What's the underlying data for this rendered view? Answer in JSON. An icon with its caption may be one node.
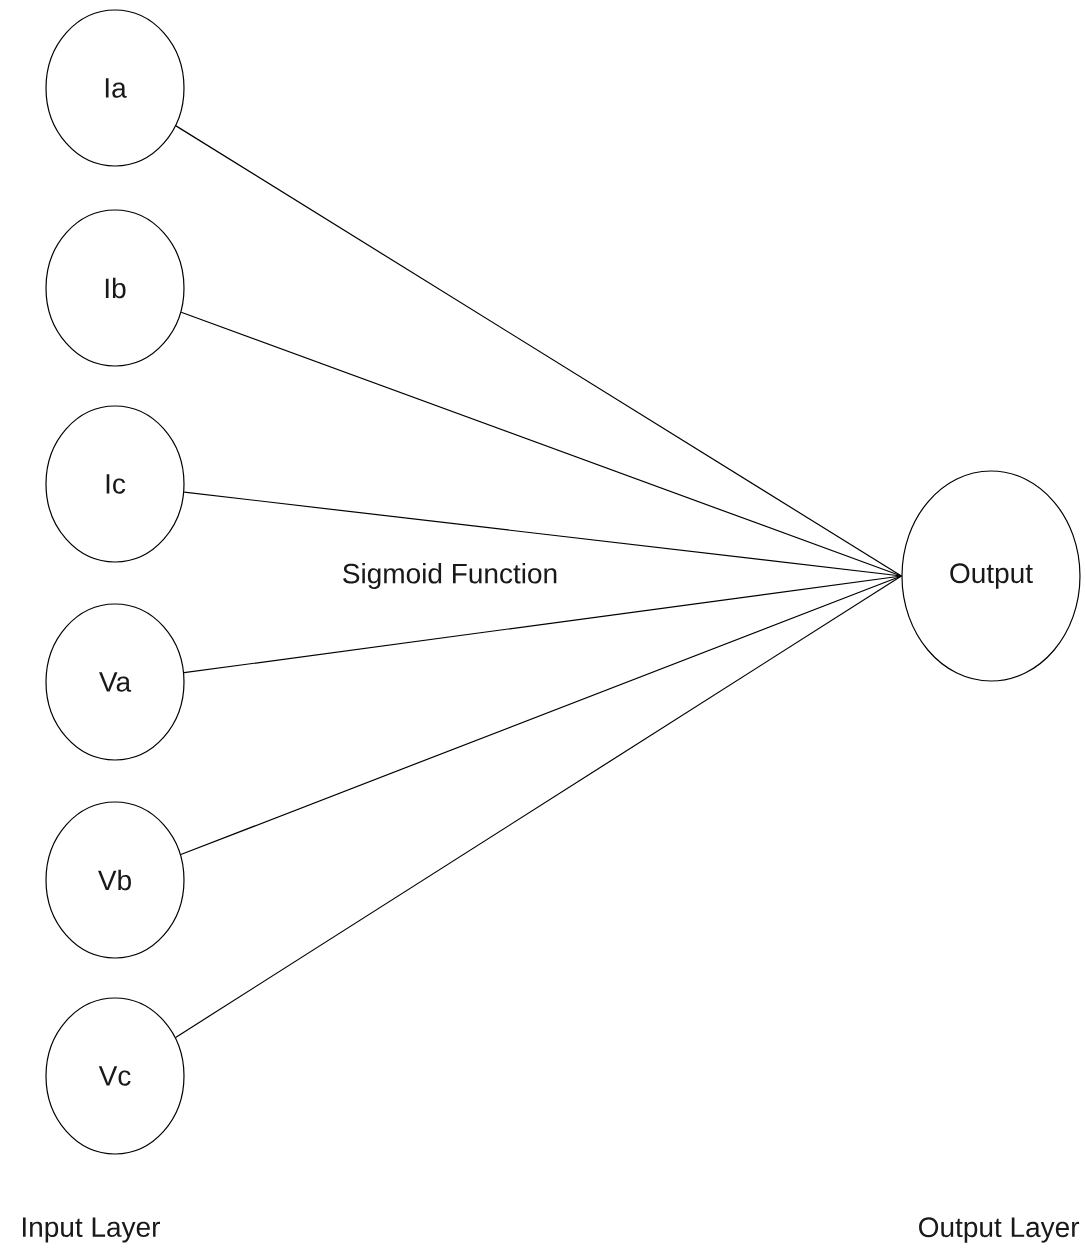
{
  "diagram": {
    "nodes": [
      {
        "text": [
          "Ia"
        ]
      },
      {
        "text": [
          "Ib"
        ]
      },
      {
        "text": [
          "Ic"
        ]
      },
      {
        "text": [
          "Va"
        ]
      },
      {
        "text": [
          "Vb"
        ]
      },
      {
        "text": [
          "Vc"
        ]
      },
      {
        "text": [
          "Output"
        ]
      }
    ],
    "edges": [
      {
        "from": 0,
        "to": 6,
        "arrow": "none"
      },
      {
        "from": 1,
        "to": 6,
        "arrow": "none"
      },
      {
        "from": 2,
        "to": 6,
        "arrow": "none"
      },
      {
        "from": 3,
        "to": 6,
        "arrow": "none"
      },
      {
        "from": 4,
        "to": 6,
        "arrow": "none"
      },
      {
        "from": 5,
        "to": 6,
        "arrow": "none"
      }
    ],
    "labels": [
      "Sigmoid Function",
      "Input Layer",
      "Output Layer"
    ]
  }
}
